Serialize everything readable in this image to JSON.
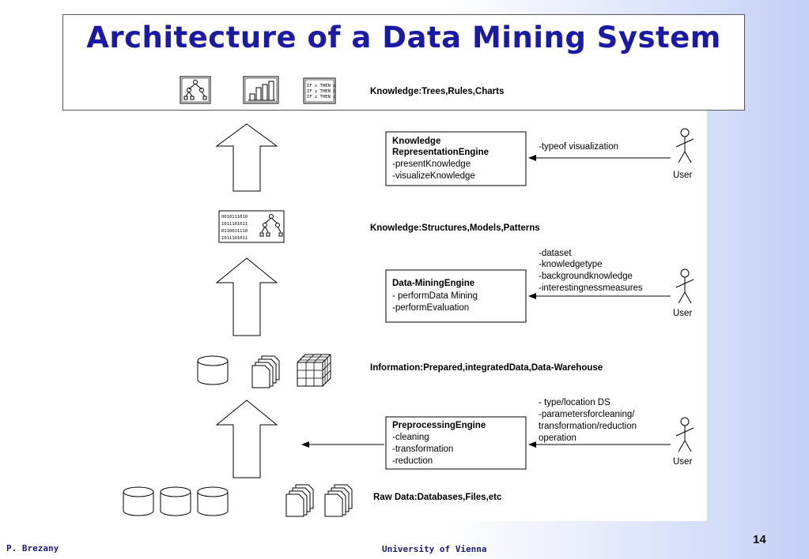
{
  "title": "Architecture of a Data Mining System",
  "icons": {
    "rules_text": [
      "IF x THEN a",
      "IF y THEN b",
      "IF z THEN c"
    ],
    "binary_text": [
      "0010111010",
      "1011101011",
      "0110011110",
      "1011101011"
    ]
  },
  "levels": {
    "knowledge_trees": "Knowledge:Trees,Rules,Charts",
    "knowledge_structures": "Knowledge:Structures,Models,Patterns",
    "information": "Information:Prepared,integratedData,Data-Warehouse",
    "raw_data": "Raw Data:Databases,Files,etc"
  },
  "engines": {
    "representation": {
      "title_lines": [
        "Knowledge",
        "RepresentationEngine"
      ],
      "items": [
        "-presentKnowledge",
        "-visualizeKnowledge"
      ]
    },
    "mining": {
      "title_lines": [
        "Data-MiningEngine"
      ],
      "items": [
        "- performData Mining",
        "-performEvaluation"
      ]
    },
    "preprocessing": {
      "title_lines": [
        "PreprocessingEngine"
      ],
      "items": [
        "-cleaning",
        "-transformation",
        "-reduction"
      ]
    }
  },
  "user_inputs": {
    "representation": [
      "-typeof visualization"
    ],
    "mining": [
      "-dataset",
      "-knowledgetype",
      "-backgroundknowledge",
      "-interestingnessmeasures"
    ],
    "preprocessing": [
      "- type/location DS",
      "-parametersforcleaning/",
      "transformation/reduction",
      " operation"
    ]
  },
  "user_label": "User",
  "footer": {
    "author": "P. Brezany",
    "institution": "University of Vienna",
    "page_number": "14"
  }
}
